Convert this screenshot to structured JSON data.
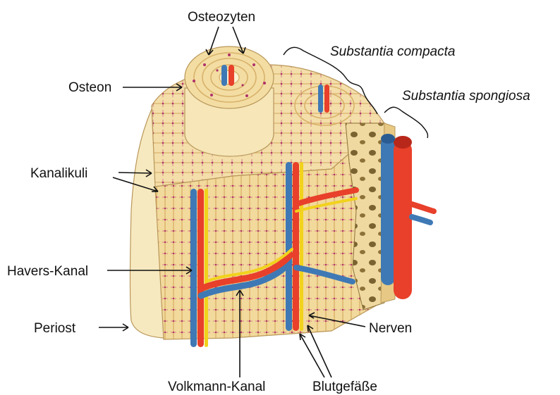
{
  "labels": {
    "osteozyten": "Osteozyten",
    "osteon": "Osteon",
    "kanalikuli": "Kanalikuli",
    "havers_kanal": "Havers-Kanal",
    "periost": "Periost",
    "volkmann_kanal": "Volkmann-Kanal",
    "blutgefaesse": "Blutgefäße",
    "nerven": "Nerven",
    "substantia_compacta": "Substantia compacta",
    "substantia_spongiosa": "Substantia spongiosa"
  },
  "colors": {
    "bone_light": "#f5e2b0",
    "bone_mid": "#ecd08f",
    "bone_dark": "#d9b46a",
    "canaliculi": "#b0306a",
    "artery": "#e8402a",
    "vein": "#3f79b5",
    "nerve": "#f1d21c",
    "spongy": "#7a6330"
  }
}
